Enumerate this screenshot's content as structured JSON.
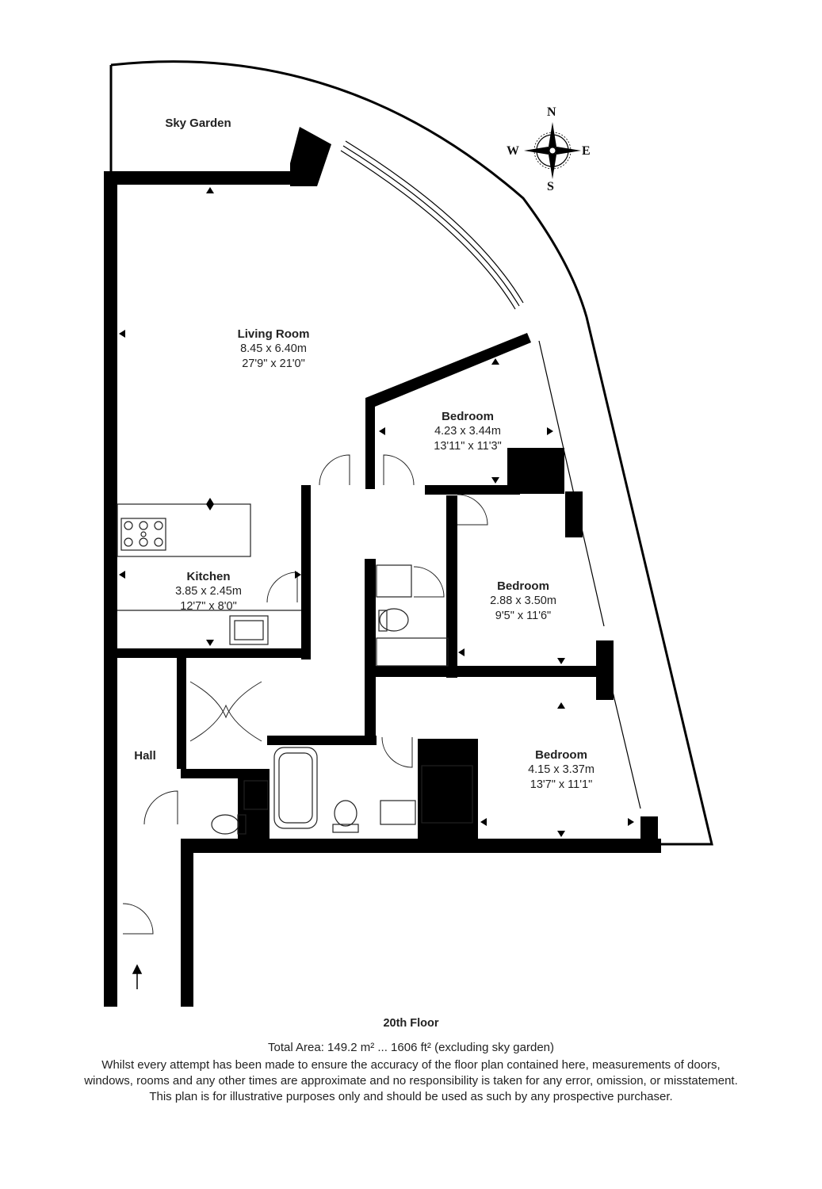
{
  "rooms": {
    "sky_garden": {
      "name": "Sky Garden"
    },
    "living_room": {
      "name": "Living Room",
      "metric": "8.45 x 6.40m",
      "imperial": "27'9\" x 21'0\""
    },
    "bedroom_1": {
      "name": "Bedroom",
      "metric": "4.23 x 3.44m",
      "imperial": "13'11\" x 11'3\""
    },
    "bedroom_2": {
      "name": "Bedroom",
      "metric": "2.88 x 3.50m",
      "imperial": "9'5\" x 11'6\""
    },
    "bedroom_3": {
      "name": "Bedroom",
      "metric": "4.15 x 3.37m",
      "imperial": "13'7\" x 11'1\""
    },
    "kitchen": {
      "name": "Kitchen",
      "metric": "3.85 x 2.45m",
      "imperial": "12'7\" x 8'0\""
    },
    "hall": {
      "name": "Hall"
    }
  },
  "compass": {
    "n": "N",
    "s": "S",
    "e": "E",
    "w": "W"
  },
  "footer": {
    "floor": "20th Floor",
    "total_area": "Total Area: 149.2 m² ... 1606 ft² (excluding sky garden)",
    "disclaimer": "Whilst every attempt has been made to ensure the accuracy of the floor plan contained here, measurements of doors, windows, rooms and any other times are approximate and no responsibility is taken for any error, omission, or misstatement. This plan is for illustrative purposes only and should be used as such by any prospective purchaser."
  },
  "colors": {
    "wall": "#000000",
    "line": "#222222",
    "background": "#ffffff"
  }
}
